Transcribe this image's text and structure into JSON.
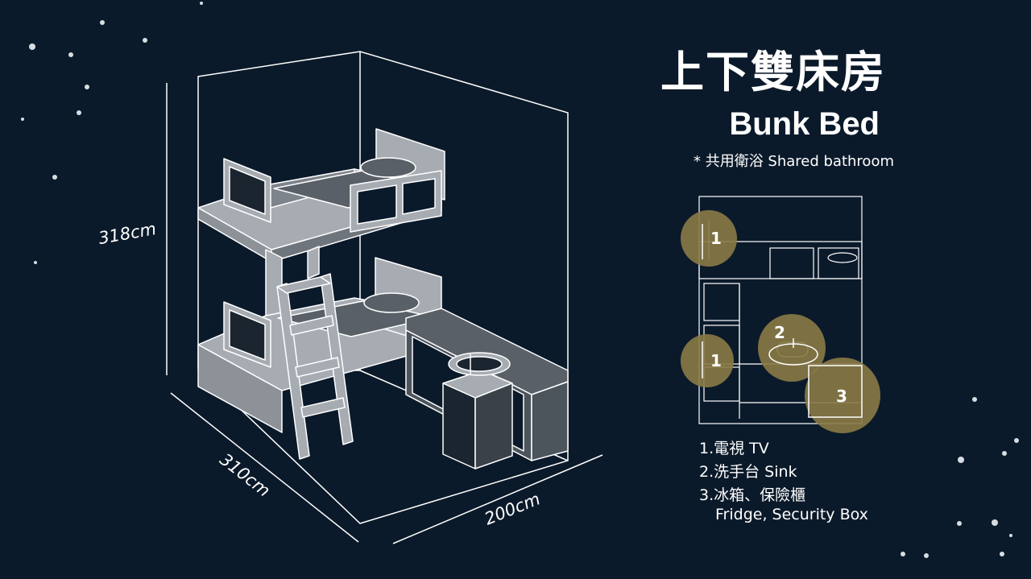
{
  "title": {
    "zh": "上下雙床房",
    "en": "Bunk Bed",
    "note": "* 共用衛浴 Shared bathroom"
  },
  "dimensions": {
    "height": "318cm",
    "length": "310cm",
    "width": "200cm"
  },
  "legend": {
    "item1": "1.電視 TV",
    "item2": "2.洗手台 Sink",
    "item3_zh": "3.冰箱、保險櫃",
    "item3_en": "Fridge, Security Box"
  },
  "badges": {
    "tv_top": "1",
    "tv_bottom": "1",
    "sink": "2",
    "fridge": "3"
  },
  "colors": {
    "background": "#0b1a2a",
    "line": "#ffffff",
    "furniture_fill": "#a7acb2",
    "dark_fill": "#4c545c",
    "badge": "#8a7a45"
  }
}
